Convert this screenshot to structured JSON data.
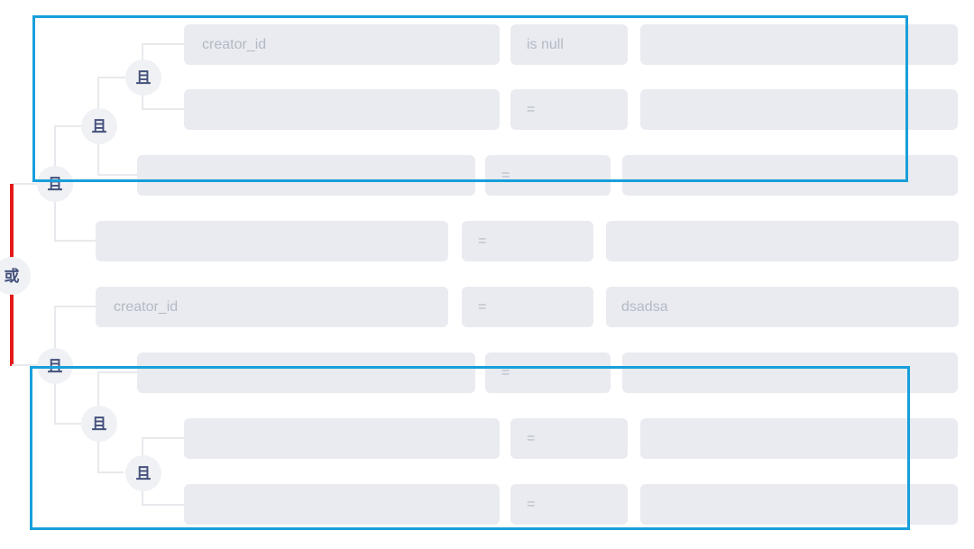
{
  "labels": {
    "and": "且",
    "or": "或"
  },
  "rows": [
    {
      "field": "creator_id",
      "operator": "is null",
      "value": ""
    },
    {
      "field": "",
      "operator": "=",
      "value": ""
    },
    {
      "field": "",
      "operator": "=",
      "value": ""
    },
    {
      "field": "",
      "operator": "=",
      "value": ""
    },
    {
      "field": "creator_id",
      "operator": "=",
      "value": "dsadsa"
    },
    {
      "field": "",
      "operator": "=",
      "value": ""
    },
    {
      "field": "",
      "operator": "=",
      "value": ""
    },
    {
      "field": "",
      "operator": "=",
      "value": ""
    }
  ],
  "colors": {
    "box_fill": "#e9ebf0",
    "placeholder_text": "#b4bac4",
    "node_fill": "#f0f1f4",
    "node_text": "#44517c",
    "connector_line": "#e7e9ec",
    "highlight_border": "#189fda",
    "or_trunk": "#e41a1a"
  }
}
